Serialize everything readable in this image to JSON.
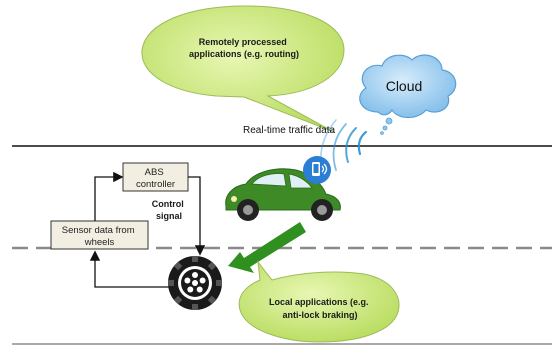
{
  "bubbles": {
    "remote_line1": "Remotely processed",
    "remote_line2": "applications (e.g. routing)",
    "local_line1": "Local applications (e.g.",
    "local_line2": "anti-lock braking)"
  },
  "cloud": {
    "label": "Cloud"
  },
  "traffic": {
    "label": "Real-time traffic data"
  },
  "abs": {
    "line1": "ABS",
    "line2": "controller"
  },
  "sensor": {
    "line1": "Sensor data from",
    "line2": "wheels"
  },
  "control": {
    "line1": "Control",
    "line2": "signal"
  },
  "colors": {
    "bubble_fill": "#c9e978",
    "bubble_stroke": "#9dbb5a",
    "cloud_fill": "#8fc8ef",
    "car_green": "#3d8a26",
    "arrow_green": "#2f8f1f",
    "box_fill": "#f2efe2"
  },
  "icons": [
    "cloud-icon",
    "car-icon",
    "phone-icon",
    "tire-icon",
    "signal-waves-icon"
  ]
}
